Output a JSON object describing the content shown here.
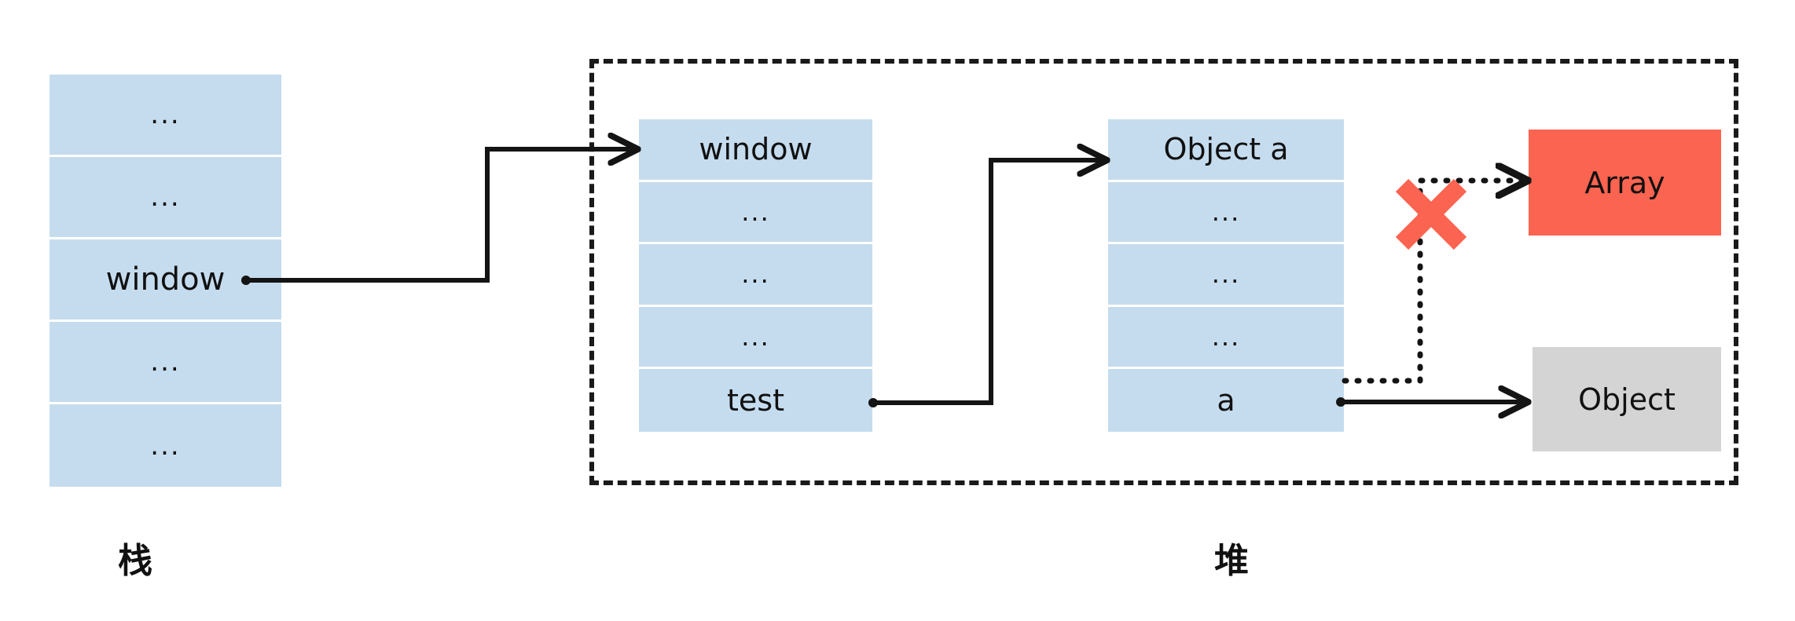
{
  "diagram": {
    "title": "JavaScript stack and heap memory reference diagram",
    "colors": {
      "memory_cell": "#c5dcee",
      "array_box": "#fb6450",
      "object_box": "#d4d4d4",
      "x_mark": "#fb6450",
      "connector": "#141414"
    }
  },
  "captions": {
    "stack": "栈",
    "heap": "堆"
  },
  "stack_table": {
    "name": "stack-memory-table",
    "rows": [
      {
        "label": "..."
      },
      {
        "label": "..."
      },
      {
        "label": "window"
      },
      {
        "label": "..."
      },
      {
        "label": "..."
      }
    ]
  },
  "window_table": {
    "name": "window-object-table",
    "rows": [
      {
        "label": "window"
      },
      {
        "label": "..."
      },
      {
        "label": "..."
      },
      {
        "label": "..."
      },
      {
        "label": "test"
      }
    ]
  },
  "objecta_table": {
    "name": "object-a-table",
    "rows": [
      {
        "label": "Object a"
      },
      {
        "label": "..."
      },
      {
        "label": "..."
      },
      {
        "label": "..."
      },
      {
        "label": "a"
      }
    ]
  },
  "array_box": {
    "label": "Array"
  },
  "object_box": {
    "label": "Object"
  },
  "connectors": [
    {
      "name": "stack-window-to-heap-window",
      "style": "solid",
      "from": "stack.window",
      "to": "window-object-table"
    },
    {
      "name": "test-to-object-a",
      "style": "solid",
      "from": "window.test",
      "to": "object-a-table"
    },
    {
      "name": "a-to-array-severed",
      "style": "dotted",
      "from": "objecta.a",
      "to": "array-box"
    },
    {
      "name": "a-to-object",
      "style": "solid",
      "from": "objecta.a",
      "to": "object-box"
    }
  ],
  "x_mark": {
    "name": "reference-severed-x",
    "meaning": "reference removed"
  }
}
